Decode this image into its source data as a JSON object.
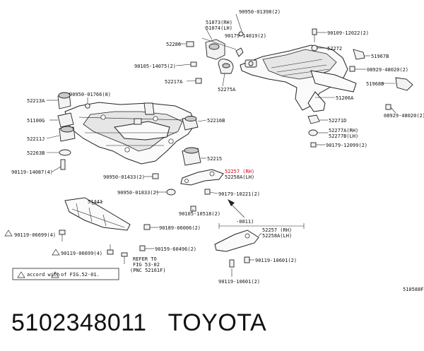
{
  "colors": {
    "highlight": "#d0021b",
    "line": "#222222",
    "part_fill": "#f2f2f2"
  },
  "parts": {
    "p90950_01398": "90950-01398(2)",
    "p51073": "51073(RH)",
    "p51074": "51074(LH)",
    "p90109_12022": "90109-12022(2)",
    "p52286": "52286",
    "p90179_14019": "90179-14019(2)",
    "p52272": "52272",
    "p51967B": "51967B",
    "p90105_14075": "90105-14075(2)",
    "p08929_48020": "08929-48020(2)",
    "p52217A": "52217A",
    "p52275A": "52275A",
    "p51968B": "51968B",
    "p52213A": "52213A",
    "p90950_01766": "90950-01766(8)",
    "p51206A": "51206A",
    "p08929_48020_b": "08929-48020(2)",
    "p51100G": "51100G",
    "p52216B": "52216B",
    "p52271D": "52271D",
    "p52211J": "52211J",
    "p52277A": "52277A(RH)",
    "p52277B": "52277B(LH)",
    "p52263B": "52263B",
    "p90179_12099": "90179-12099(2)",
    "p52215": "52215",
    "p90119_14087": "90119-14087(4)",
    "p52257": "52257 (RH)",
    "p52258A": "52258A(LH)",
    "p90950_01433": "90950-01433(2)",
    "p90950_01833": "90950-01833(2)",
    "p90179_10221": "90179-10221(2)",
    "p51441": "51441",
    "p90105_10518": "90105-10518(2)",
    "p0011": "-0011)",
    "p90119_06699_a": "90119-06699(4)",
    "p90189_06006": "90189-06006(2)",
    "p52257_b": "52257 (RH)",
    "p52258A_b": "52258A(LH)",
    "p90119_06699_b": "90119-06699(4)",
    "p90159_60496": "90159-60496(2)",
    "p90119_10601_a": "90119-10601(2)",
    "refer1": "REFER TO",
    "refer2": "FIG 53-02",
    "refer3": "(PNC 52161F)",
    "p90119_10601_b": "90119-10601(2)",
    "note_accord": "accord with",
    "note_fig": "of FIG.52-01.",
    "diagram_code": "510588F"
  },
  "caption": {
    "part_number": "5102348011",
    "brand": "TOYOTA"
  }
}
